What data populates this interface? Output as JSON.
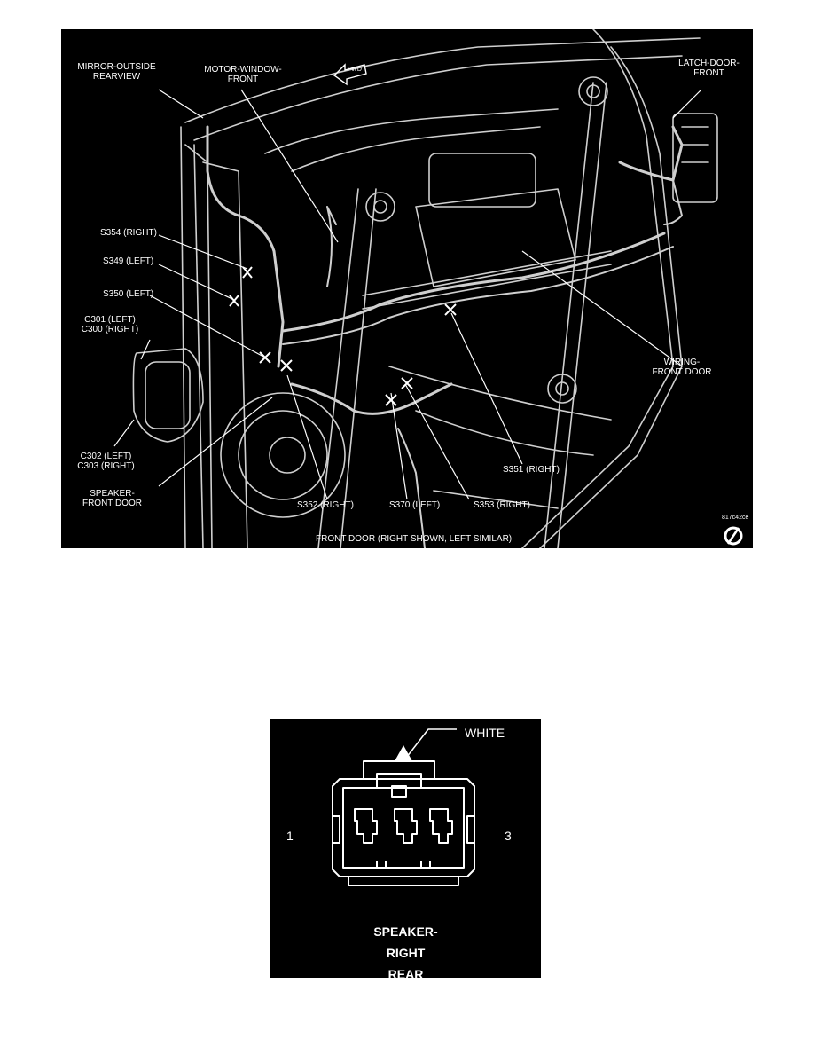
{
  "door_diagram": {
    "fwd_text": "FWD",
    "labels": {
      "mirror_outside_rearview": [
        "MIRROR-OUTSIDE",
        "REARVIEW"
      ],
      "motor_window_front": [
        "MOTOR-WINDOW-",
        "FRONT"
      ],
      "latch_door_front": [
        "LATCH-DOOR-",
        "FRONT"
      ],
      "s354": "S354 (RIGHT)",
      "s349": "S349 (LEFT)",
      "s350": "S350 (LEFT)",
      "c301_c300": [
        "C301 (LEFT)",
        "C300 (RIGHT)"
      ],
      "c302_c303": [
        "C302 (LEFT)",
        "C303 (RIGHT)"
      ],
      "speaker_front_door": [
        "SPEAKER-",
        "FRONT DOOR"
      ],
      "s352": "S352 (RIGHT)",
      "s370": "S370 (LEFT)",
      "s353": "S353 (RIGHT)",
      "s351": "S351 (RIGHT)",
      "wiring_front_door": [
        "WIRING-",
        "FRONT DOOR"
      ]
    },
    "figure_code": "817c42ce",
    "caption": "FRONT DOOR  (RIGHT SHOWN, LEFT SIMILAR)"
  },
  "connector_diagram": {
    "color_label": "WHITE",
    "pin_left": "1",
    "pin_right": "3",
    "title": [
      "SPEAKER-",
      "RIGHT",
      "REAR"
    ]
  },
  "colors": {
    "panel_background": "#000000",
    "line_art": "#ffffff",
    "page_background": "#ffffff"
  }
}
